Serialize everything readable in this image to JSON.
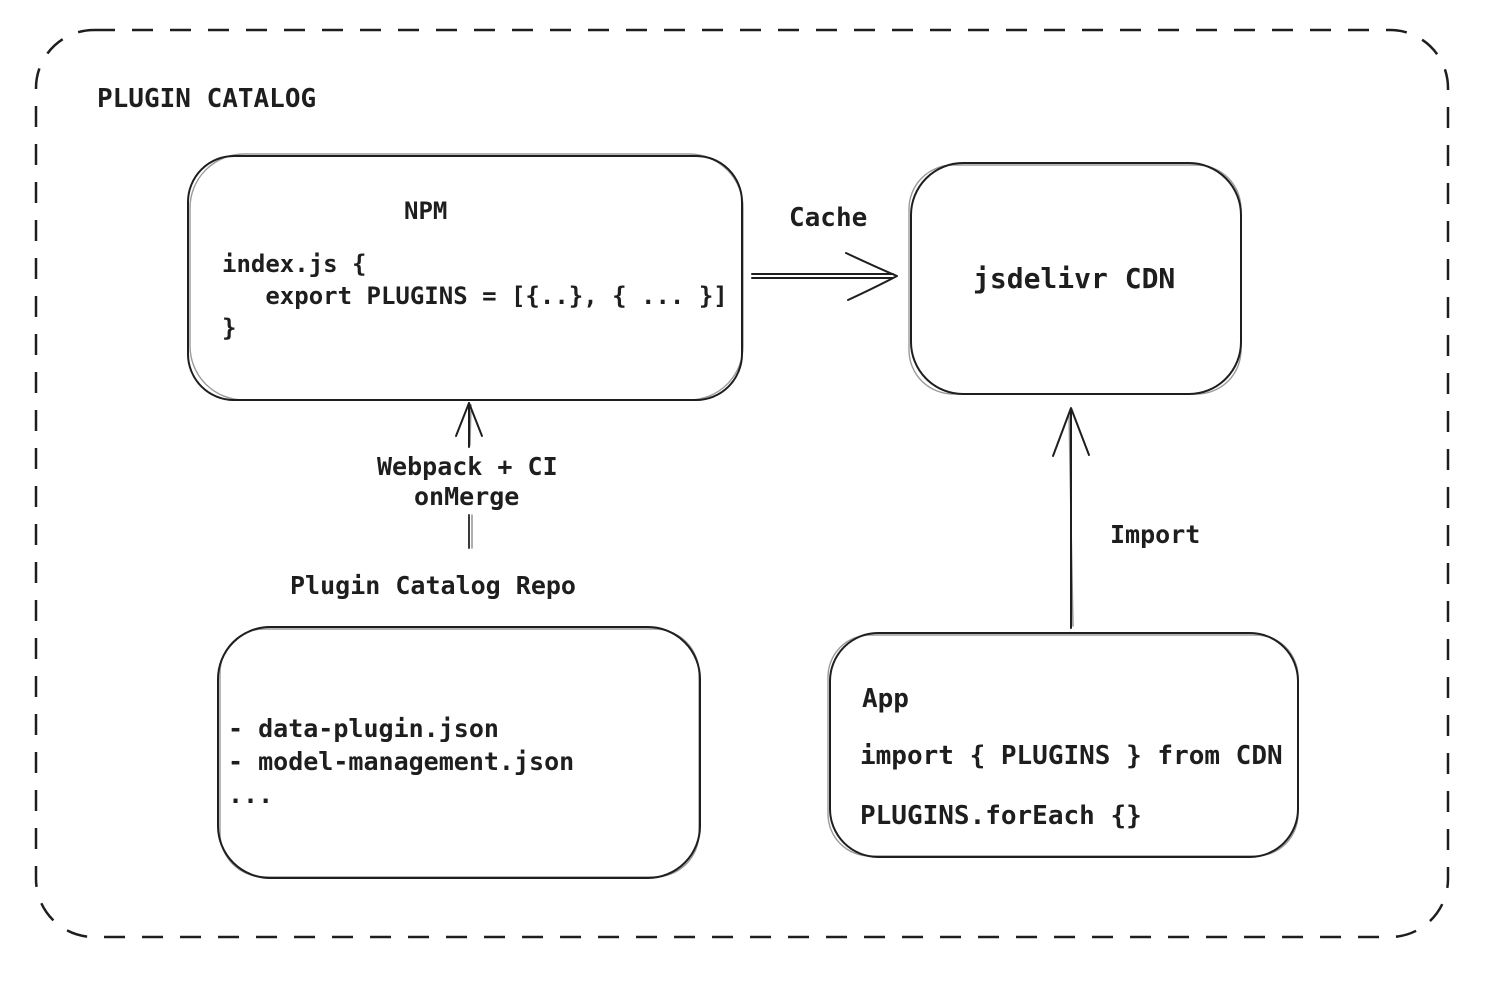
{
  "diagram": {
    "title": "PLUGIN CATALOG",
    "colors": {
      "stroke": "#1e1e1e",
      "background": "#ffffff"
    },
    "nodes": {
      "npm": {
        "title": "NPM",
        "code": [
          "index.js {",
          "   export PLUGINS = [{..}, { ... }]",
          "}"
        ]
      },
      "cdn": {
        "title": "jsdelivr CDN"
      },
      "repo": {
        "label": "Plugin Catalog Repo",
        "items": [
          "- data-plugin.json",
          "- model-management.json",
          "..."
        ]
      },
      "app": {
        "title": "App",
        "code": [
          "import { PLUGINS } from CDN",
          "PLUGINS.forEach {}"
        ]
      }
    },
    "edges": {
      "cache": {
        "label": "Cache",
        "from": "NPM",
        "to": "jsdelivr CDN"
      },
      "build": {
        "label_line1": "Webpack + CI",
        "label_line2": "onMerge",
        "from": "Plugin Catalog Repo",
        "to": "NPM"
      },
      "import": {
        "label": "Import",
        "from": "App",
        "to": "jsdelivr CDN"
      }
    }
  }
}
